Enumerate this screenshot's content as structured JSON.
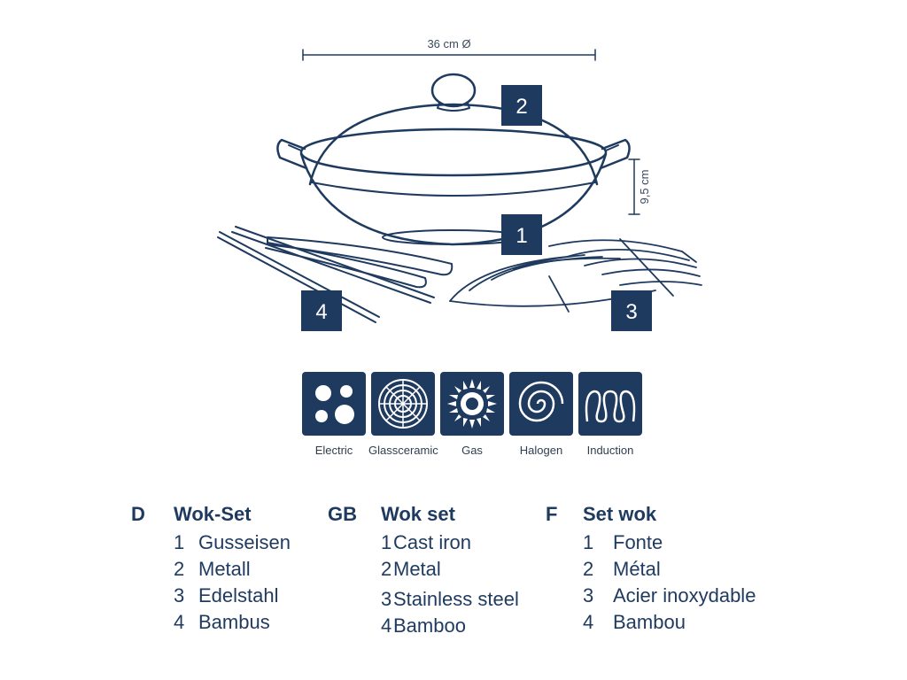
{
  "diagram": {
    "diameter_label": "36 cm Ø",
    "height_label": "9,5 cm",
    "part_labels": [
      "1",
      "2",
      "3",
      "4"
    ]
  },
  "hob_types": [
    {
      "label": "Electric",
      "icon": "electric-hob-icon"
    },
    {
      "label": "Glassceramic",
      "icon": "glass-ceramic-hob-icon"
    },
    {
      "label": "Gas",
      "icon": "gas-hob-icon"
    },
    {
      "label": "Halogen",
      "icon": "halogen-hob-icon"
    },
    {
      "label": "Induction",
      "icon": "induction-hob-icon"
    }
  ],
  "legend": [
    {
      "code": "D",
      "title": "Wok-Set",
      "items": [
        {
          "num": "1",
          "text": "Gusseisen"
        },
        {
          "num": "2",
          "text": "Metall"
        },
        {
          "num": "3",
          "text": "Edelstahl"
        },
        {
          "num": "4",
          "text": "Bambus"
        }
      ]
    },
    {
      "code": "GB",
      "title": "Wok set",
      "items": [
        {
          "num": "1",
          "text": "Cast iron"
        },
        {
          "num": "2",
          "text": "Metal"
        },
        {
          "num": "3",
          "text": "Stainless steel"
        },
        {
          "num": "4",
          "text": "Bamboo"
        }
      ]
    },
    {
      "code": "F",
      "title": "Set wok",
      "items": [
        {
          "num": "1",
          "text": "Fonte"
        },
        {
          "num": "2",
          "text": "Métal"
        },
        {
          "num": "3",
          "text": "Acier inoxydable"
        },
        {
          "num": "4",
          "text": "Bambou"
        }
      ]
    }
  ],
  "colors": {
    "primary": "#1f3a5f",
    "background": "#ffffff"
  }
}
